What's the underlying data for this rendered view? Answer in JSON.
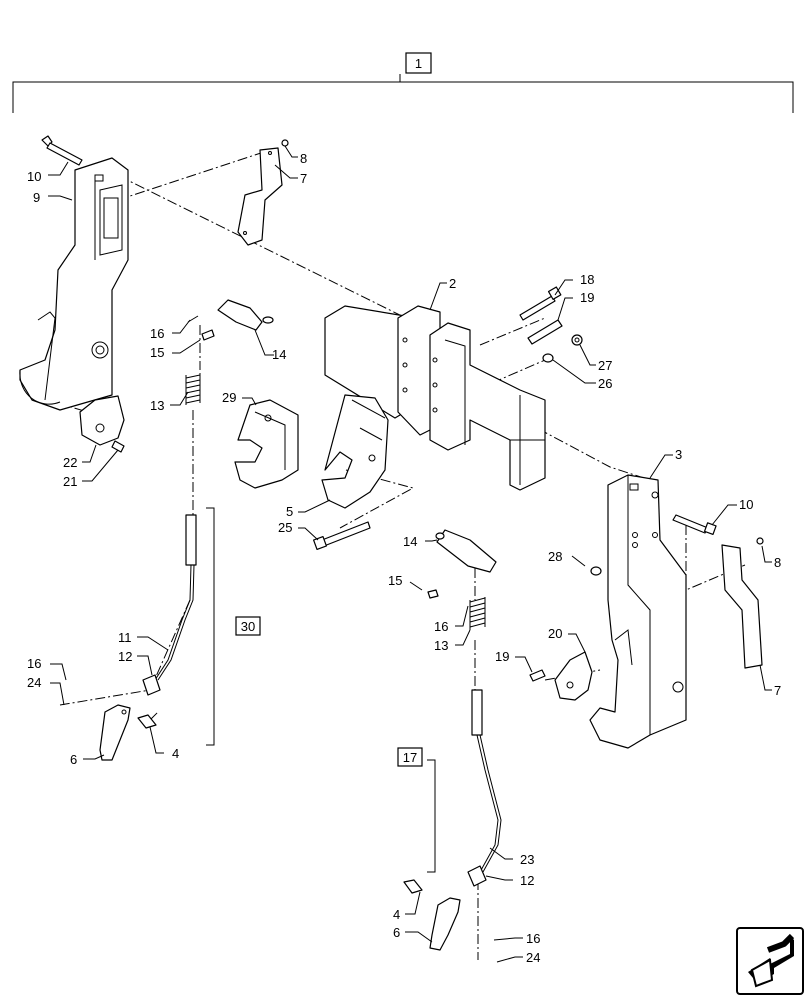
{
  "assembly": {
    "label": "1"
  },
  "callouts": {
    "c10a": "10",
    "c9": "9",
    "c8a": "8",
    "c7a": "7",
    "c2": "2",
    "c18": "18",
    "c19a": "19",
    "c27": "27",
    "c26": "26",
    "c16a": "16",
    "c15a": "15",
    "c14a": "14",
    "c13a": "13",
    "c29": "29",
    "c22": "22",
    "c21": "21",
    "c5": "5",
    "c25": "25",
    "c3": "3",
    "c10b": "10",
    "c8b": "8",
    "c28": "28",
    "c14b": "14",
    "c15b": "15",
    "c16b": "16",
    "c13b": "13",
    "c20": "20",
    "c19b": "19",
    "c7b": "7",
    "c11": "11",
    "c12a": "12",
    "c16c": "16",
    "c24a": "24",
    "c6a": "6",
    "c4a": "4",
    "c23": "23",
    "c12b": "12",
    "c4b": "4",
    "c6b": "6",
    "c16d": "16",
    "c24b": "24"
  },
  "ref_boxes": {
    "r30": "30",
    "r17": "17"
  },
  "icons": {
    "nav": "next-page-arrow-icon"
  }
}
